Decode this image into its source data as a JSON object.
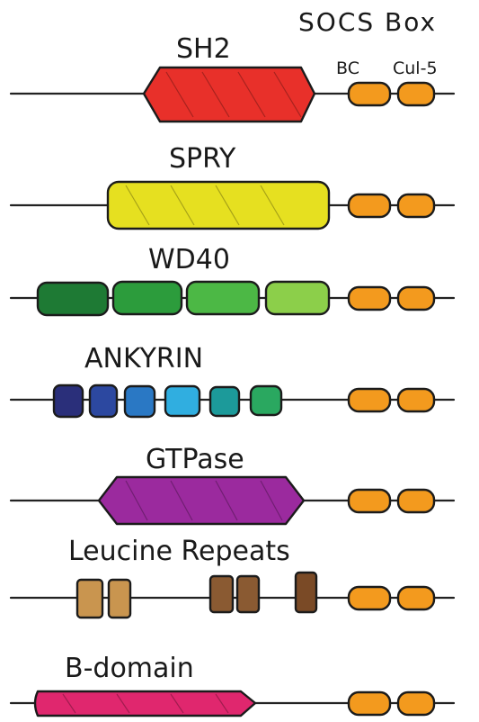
{
  "header": {
    "title": "SOCS Box",
    "bc_label": "BC",
    "cul5_label": "Cul-5",
    "socs_color": "#f39a1e"
  },
  "rows": [
    {
      "label": "SH2",
      "color": "#e8302a",
      "shape": "hexagon"
    },
    {
      "label": "SPRY",
      "color": "#e6e020",
      "shape": "rounded"
    },
    {
      "label": "WD40",
      "colors": [
        "#1e7a34",
        "#2c9c3c",
        "#4cb845",
        "#8ccf4a"
      ],
      "shape": "repeats"
    },
    {
      "label": "ANKYRIN",
      "colors": [
        "#2a2f7a",
        "#2c48a0",
        "#2a78c4",
        "#30aee0",
        "#1c9a9a",
        "#2aa860"
      ],
      "shape": "repeats"
    },
    {
      "label": "GTPase",
      "color": "#9b2a9e",
      "shape": "hexagon"
    },
    {
      "label": "Leucine Repeats",
      "colors": [
        "#c9954f",
        "#c9954f",
        "#8a5a32",
        "#8a5a32",
        "#7a4a26"
      ],
      "shape": "repeats"
    },
    {
      "label": "B-domain",
      "color": "#e0276e",
      "shape": "rounded"
    }
  ]
}
